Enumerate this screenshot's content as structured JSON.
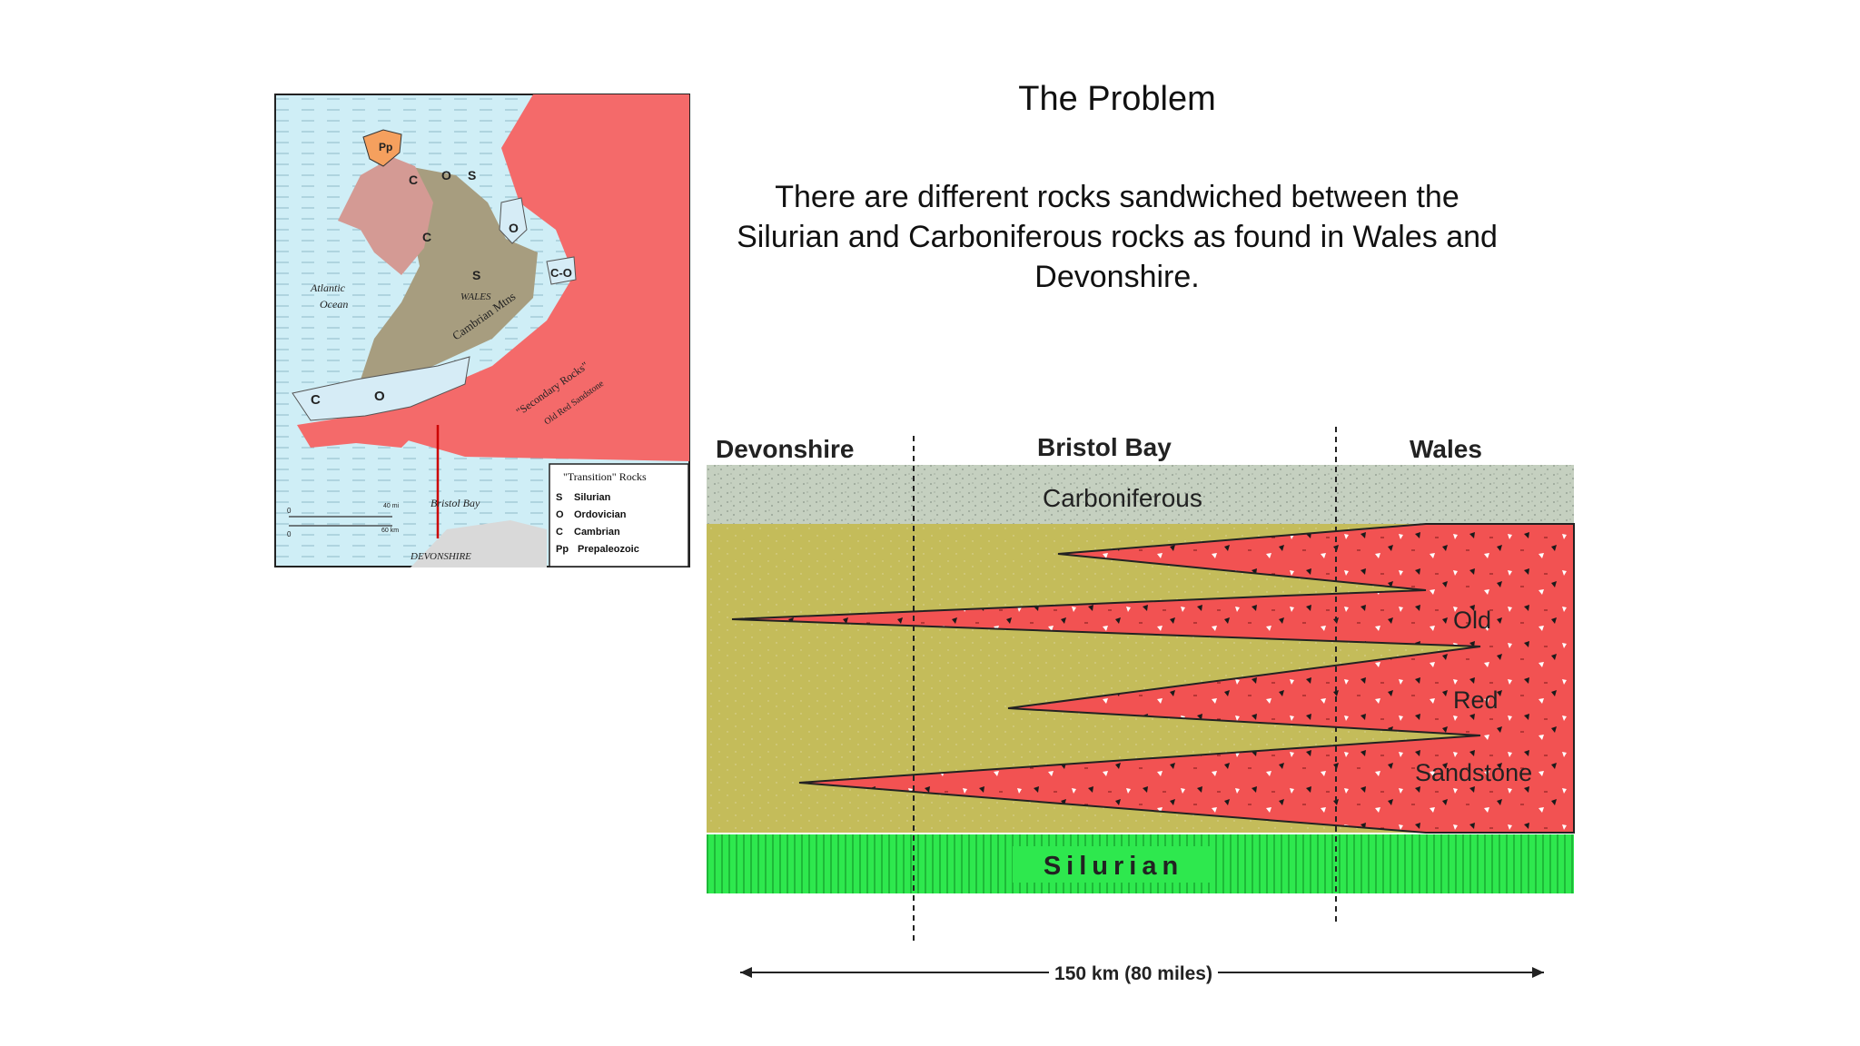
{
  "slide": {
    "title": "The Problem",
    "intro": "There are different rocks sandwiched between the Silurian and Carboniferous rocks as found in Wales and Devonshire."
  },
  "map": {
    "ocean_label_1": "Atlantic",
    "ocean_label_2": "Ocean",
    "wales_label": "WALES",
    "mtns_label": "Cambrian Mtns",
    "secondary_label": "\"Secondary Rocks\"",
    "ors_label": "Old Red Sandstone",
    "bristol_label": "Bristol Bay",
    "devonshire_label": "DEVONSHIRE",
    "region_codes": {
      "pp": "Pp",
      "c1": "C",
      "o1": "O",
      "s1": "S",
      "c2": "C",
      "o2": "O",
      "s2": "S",
      "co": "C-O",
      "c3": "C",
      "o3": "O"
    },
    "scale_top": "40 mi",
    "scale_bottom": "60 km",
    "scale_zero_1": "0",
    "scale_zero_2": "0",
    "legend": {
      "title": "\"Transition\" Rocks",
      "items": [
        {
          "code": "S",
          "name": "Silurian"
        },
        {
          "code": "O",
          "name": "Ordovician"
        },
        {
          "code": "C",
          "name": "Cambrian"
        },
        {
          "code": "Pp",
          "name": "Prepaleozoic"
        }
      ]
    }
  },
  "section": {
    "locations": [
      "Devonshire",
      "Bristol Bay",
      "Wales"
    ],
    "carboniferous": "Carboniferous",
    "silurian": "Silurian",
    "ors_words": [
      "Old",
      "Red",
      "Sandstone"
    ],
    "scale": "150 km (80 miles)"
  },
  "colors": {
    "ocean": "#cfeef6",
    "secondary_red": "#f46a6a",
    "silurian_khaki": "#a79d7f",
    "cambrian_pink": "#d49a94",
    "ordovician_blue": "#d6ecf6",
    "prepaleozoic_orange": "#f5a05e",
    "carboniferous_grey": "#c5d0c0",
    "devonian_olive": "#c4bc5a",
    "ors_red": "#f25252",
    "silurian_green": "#2ee84e"
  }
}
